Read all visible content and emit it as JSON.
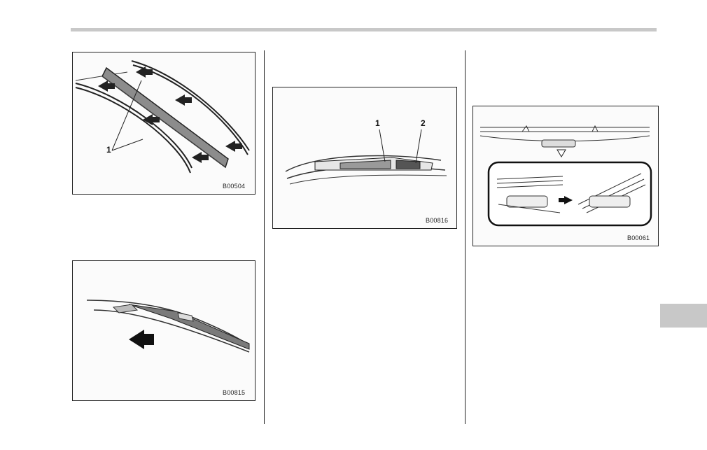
{
  "figures": [
    {
      "code": "B00504",
      "callouts": [
        "1"
      ]
    },
    {
      "code": "B00815",
      "callouts": []
    },
    {
      "code": "B00816",
      "callouts": [
        "1",
        "2"
      ]
    },
    {
      "code": "B00061",
      "callouts": []
    }
  ]
}
